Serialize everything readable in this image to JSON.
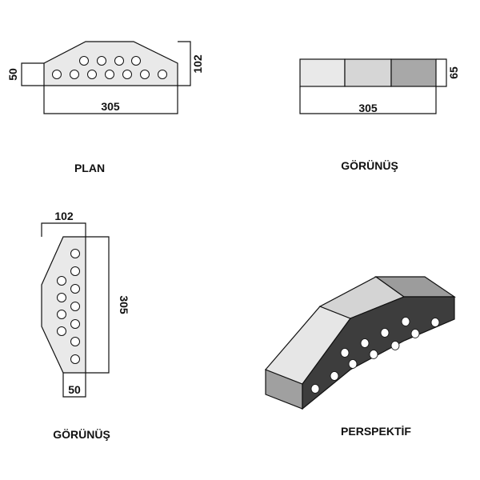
{
  "views": {
    "plan": {
      "caption": "PLAN",
      "dim_length": "305",
      "dim_width": "102",
      "dim_end": "50"
    },
    "elevation": {
      "caption": "GÖRÜNÜŞ",
      "dim_length": "305",
      "dim_height": "65"
    },
    "side": {
      "caption": "GÖRÜNÜŞ",
      "dim_width": "102",
      "dim_length": "305",
      "dim_end": "50"
    },
    "perspective": {
      "caption": "PERSPEKTİF"
    }
  },
  "colors": {
    "face_light": "#e9e9e9",
    "face_mid": "#d6d6d6",
    "face_dark": "#a8a8a8",
    "brick_front": "#3d3d3d",
    "brick_top": "#dcdcdc",
    "brick_side": "#9a9a9a",
    "hole": "#ffffff"
  }
}
